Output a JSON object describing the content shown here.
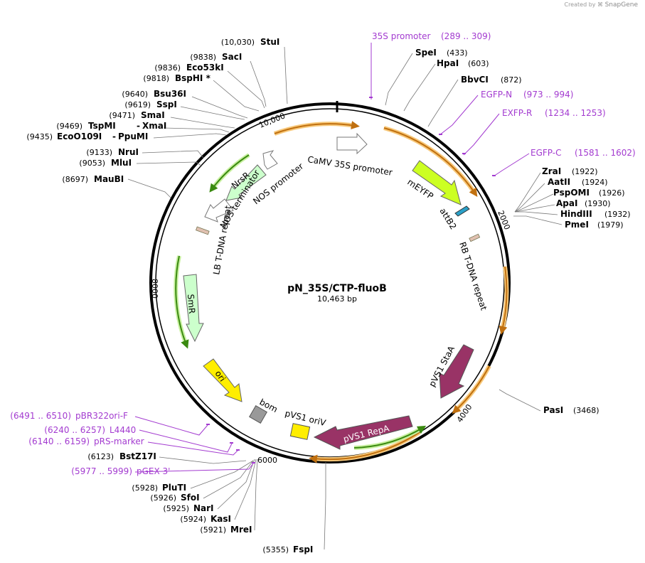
{
  "credit": {
    "prefix": "Created by",
    "brand": "SnapGene"
  },
  "plasmid": {
    "name": "pN_35S/CTP-fluoB",
    "size_label": "10,463 bp",
    "length": 10463
  },
  "ticks": [
    "2000",
    "4000",
    "6000",
    "8000",
    "10,000"
  ],
  "enzymes": [
    {
      "name": "StuI",
      "pos": "(10,030)"
    },
    {
      "name": "SacI",
      "pos": "(9838)"
    },
    {
      "name": "Eco53kI",
      "pos": "(9836)"
    },
    {
      "name": "BspHI *",
      "pos": "(9818)"
    },
    {
      "name": "Bsu36I",
      "pos": "(9640)"
    },
    {
      "name": "SspI",
      "pos": "(9619)"
    },
    {
      "name": "SmaI",
      "pos": "(9471)"
    },
    {
      "name": "TspMI",
      "name2": "XmaI",
      "pos": "(9469)"
    },
    {
      "name": "EcoO109I",
      "name2": "PpuMI",
      "pos": "(9435)"
    },
    {
      "name": "NruI",
      "pos": "(9133)"
    },
    {
      "name": "MluI",
      "pos": "(9053)"
    },
    {
      "name": "MauBI",
      "pos": "(8697)"
    },
    {
      "name": "SpeI",
      "pos": "(433)"
    },
    {
      "name": "HpaI",
      "pos": "(603)"
    },
    {
      "name": "BbvCI",
      "pos": "(872)"
    },
    {
      "name": "ZraI",
      "pos": "(1922)"
    },
    {
      "name": "AatII",
      "pos": "(1924)"
    },
    {
      "name": "PspOMI",
      "pos": "(1926)"
    },
    {
      "name": "ApaI",
      "pos": "(1930)"
    },
    {
      "name": "HindIII",
      "pos": "(1932)"
    },
    {
      "name": "PmeI",
      "pos": "(1979)"
    },
    {
      "name": "PasI",
      "pos": "(3468)"
    },
    {
      "name": "FspI",
      "pos": "(5355)"
    },
    {
      "name": "MreI",
      "pos": "(5921)"
    },
    {
      "name": "KasI",
      "pos": "(5924)"
    },
    {
      "name": "NarI",
      "pos": "(5925)"
    },
    {
      "name": "SfoI",
      "pos": "(5926)"
    },
    {
      "name": "PluTI",
      "pos": "(5928)"
    },
    {
      "name": "BstZ17I",
      "pos": "(6123)"
    }
  ],
  "primers": [
    {
      "name": "35S promoter",
      "range": "(289 .. 309)"
    },
    {
      "name": "EGFP-N",
      "range": "(973 .. 994)"
    },
    {
      "name": "EXFP-R",
      "range": "(1234 .. 1253)"
    },
    {
      "name": "EGFP-C",
      "range": "(1581 .. 1602)"
    },
    {
      "name": "pBR322ori-F",
      "range": "(6491 .. 6510)"
    },
    {
      "name": "L4440",
      "range": "(6240 .. 6257)"
    },
    {
      "name": "pRS-marker",
      "range": "(6140 .. 6159)"
    },
    {
      "name": "pGEX 3'",
      "range": "(5977 .. 5999)"
    }
  ],
  "features": [
    {
      "label": "CaMV 35S promoter",
      "color": "#ffffff"
    },
    {
      "label": "mEYFP",
      "color": "#ccff22"
    },
    {
      "label": "attB2",
      "color": "#2aa0c8"
    },
    {
      "label": "RB T-DNA repeat",
      "color": "#e0c0b0"
    },
    {
      "label": "pVS1 StaA",
      "color": "#993366"
    },
    {
      "label": "pVS1 RepA",
      "color": "#993366"
    },
    {
      "label": "pVS1 oriV",
      "color": "#ffee00"
    },
    {
      "label": "bom",
      "color": "#999999"
    },
    {
      "label": "ori",
      "color": "#ffee00"
    },
    {
      "label": "SmR",
      "color": "#ccffcc"
    },
    {
      "label": "LB T-DNA repeat",
      "color": "#e0c0b0"
    },
    {
      "label": "NOS terminator",
      "color": "#ffffff"
    },
    {
      "label": "NOS promoter",
      "color": "#ffffff"
    },
    {
      "label": "NrsR",
      "color": "#ccffcc"
    }
  ],
  "colors": {
    "primer": "#a33bd0",
    "orf": "#f0a030",
    "backbone": "#000000"
  }
}
